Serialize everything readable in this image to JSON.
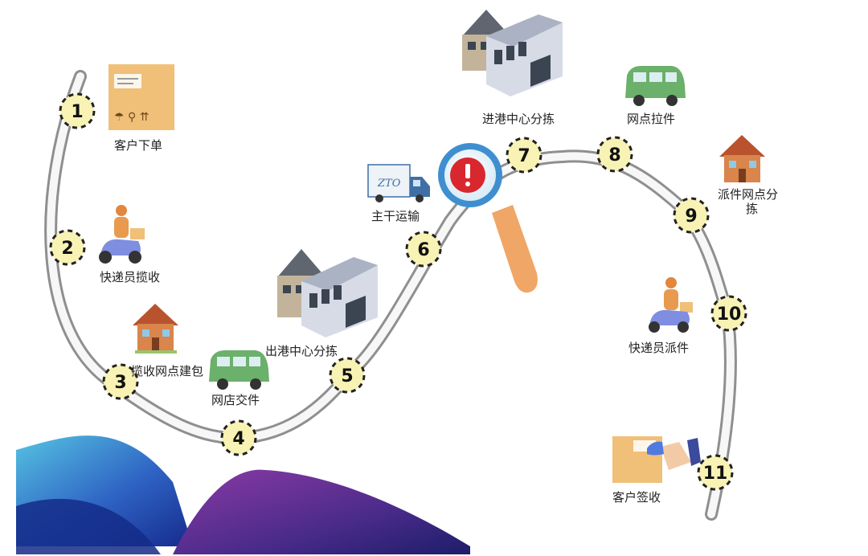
{
  "steps": [
    {
      "num": "1",
      "label": "客户下单"
    },
    {
      "num": "2",
      "label": "快递员揽收"
    },
    {
      "num": "3",
      "label": "揽收网点建包"
    },
    {
      "num": "4",
      "label": "网店交件"
    },
    {
      "num": "5",
      "label": "出港中心分拣"
    },
    {
      "num": "6",
      "label": "主干运输"
    },
    {
      "num": "7",
      "label": "进港中心分拣"
    },
    {
      "num": "8",
      "label": "网点拉件"
    },
    {
      "num": "9",
      "label": "派件网点分",
      "label2": "拣"
    },
    {
      "num": "10",
      "label": "快递员派件"
    },
    {
      "num": "11",
      "label": "客户签收"
    }
  ],
  "truck_text": "ZTO",
  "colors": {
    "node_fill": "#f8f3b4",
    "road_shadow": "#8f8f8f",
    "road_surface": "#f7f7f7",
    "box": "#f0bf78",
    "van": "#6bb06b",
    "scooter": "#7f8ee0",
    "roof": "#b9532d",
    "magnifier_rim": "#3f8fd0",
    "magnifier_handle": "#f0a666",
    "alert": "#d9272f",
    "wave_blue": "#2e63c4",
    "wave_purple": "#5a2f8e"
  }
}
